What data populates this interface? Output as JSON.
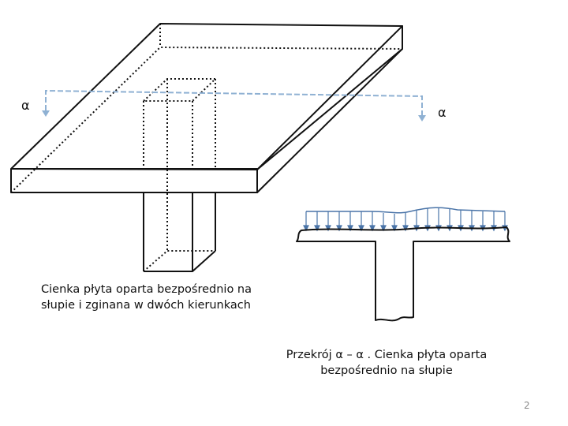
{
  "section_marks": {
    "left": "α",
    "right": "α"
  },
  "captions": {
    "left_line1": "Cienka płyta oparta bezpośrednio na",
    "left_line2": "słupie i zginana w dwóch kierunkach",
    "right_line1": "Przekrój  α – α . Cienka płyta oparta",
    "right_line2": "bezpośrednio na słupie"
  },
  "page_number": "2",
  "colors": {
    "outline": "#111111",
    "section_line": "#8fb1d3",
    "load_arrows": "#4a74a8"
  }
}
